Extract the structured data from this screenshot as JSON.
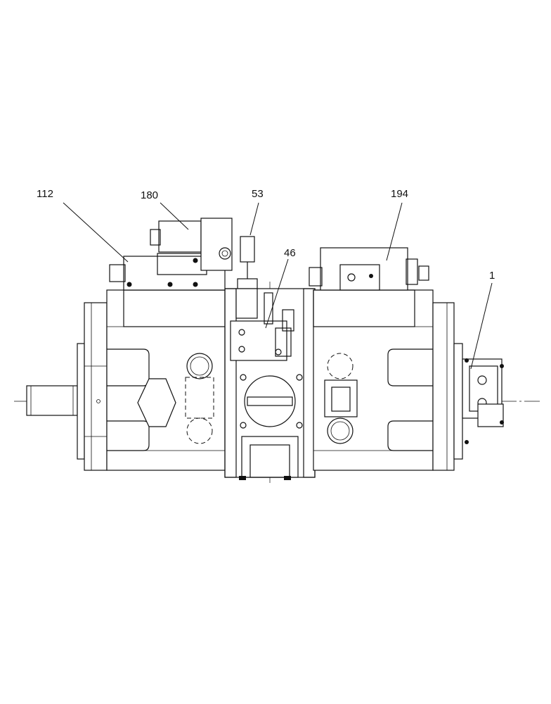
{
  "callouts": [
    {
      "id": "112",
      "label": "112"
    },
    {
      "id": "180",
      "label": "180"
    },
    {
      "id": "53",
      "label": "53"
    },
    {
      "id": "194",
      "label": "194"
    },
    {
      "id": "46",
      "label": "46"
    },
    {
      "id": "1",
      "label": "1"
    }
  ]
}
